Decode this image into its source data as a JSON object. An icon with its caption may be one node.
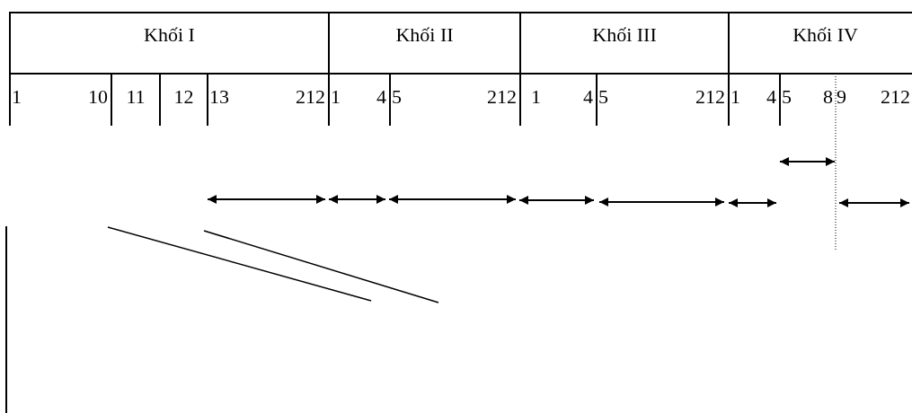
{
  "diagram": {
    "nodes": [
      {
        "text": [
          "Khối I"
        ]
      },
      {
        "text": [
          "Khối II"
        ]
      },
      {
        "text": [
          "Khối III"
        ]
      },
      {
        "text": [
          "Khối IV"
        ]
      },
      {
        "text": [
          "1",
          "10"
        ]
      },
      {
        "text": [
          "11"
        ]
      },
      {
        "text": [
          "12"
        ]
      },
      {
        "text": [
          "13",
          "212"
        ]
      },
      {
        "text": [
          "1",
          "4"
        ]
      },
      {
        "text": [
          "5",
          "212"
        ]
      },
      {
        "text": [
          "1",
          "4"
        ]
      },
      {
        "text": [
          "5",
          "212"
        ]
      },
      {
        "text": [
          "1",
          "4"
        ]
      },
      {
        "text": [
          "5",
          "8"
        ]
      },
      {
        "text": [
          "9",
          "212"
        ]
      }
    ]
  }
}
